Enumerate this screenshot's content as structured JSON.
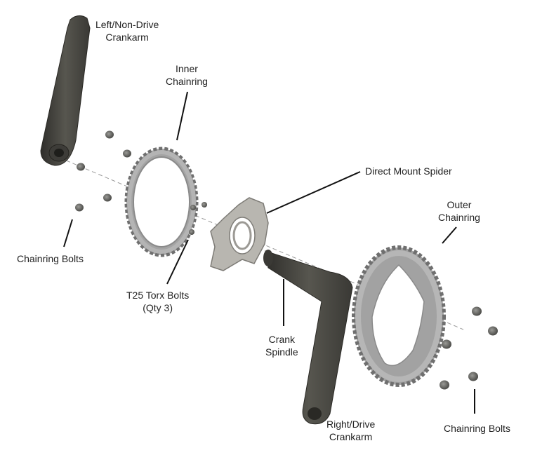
{
  "labels": {
    "left_crankarm": [
      "Left/Non-Drive",
      "Crankarm"
    ],
    "inner_chainring": [
      "Inner",
      "Chainring"
    ],
    "direct_mount_spider": [
      "Direct Mount Spider"
    ],
    "outer_chainring": [
      "Outer",
      "Chainring"
    ],
    "chainring_bolts_left": [
      "Chainring Bolts"
    ],
    "t25_torx_bolts": [
      "T25 Torx Bolts",
      "(Qty 3)"
    ],
    "crank_spindle": [
      "Crank",
      "Spindle"
    ],
    "right_crankarm": [
      "Right/Drive",
      "Crankarm"
    ],
    "chainring_bolts_right": [
      "Chainring Bolts"
    ]
  },
  "colors": {
    "text": "#222222",
    "leader_line": "#111111",
    "crankarm": "#4a4943",
    "chainring": "#9a9a9a",
    "spider": "#b8b6b0",
    "bolt": "#6e6e6a",
    "axis_dash": "#999999"
  }
}
